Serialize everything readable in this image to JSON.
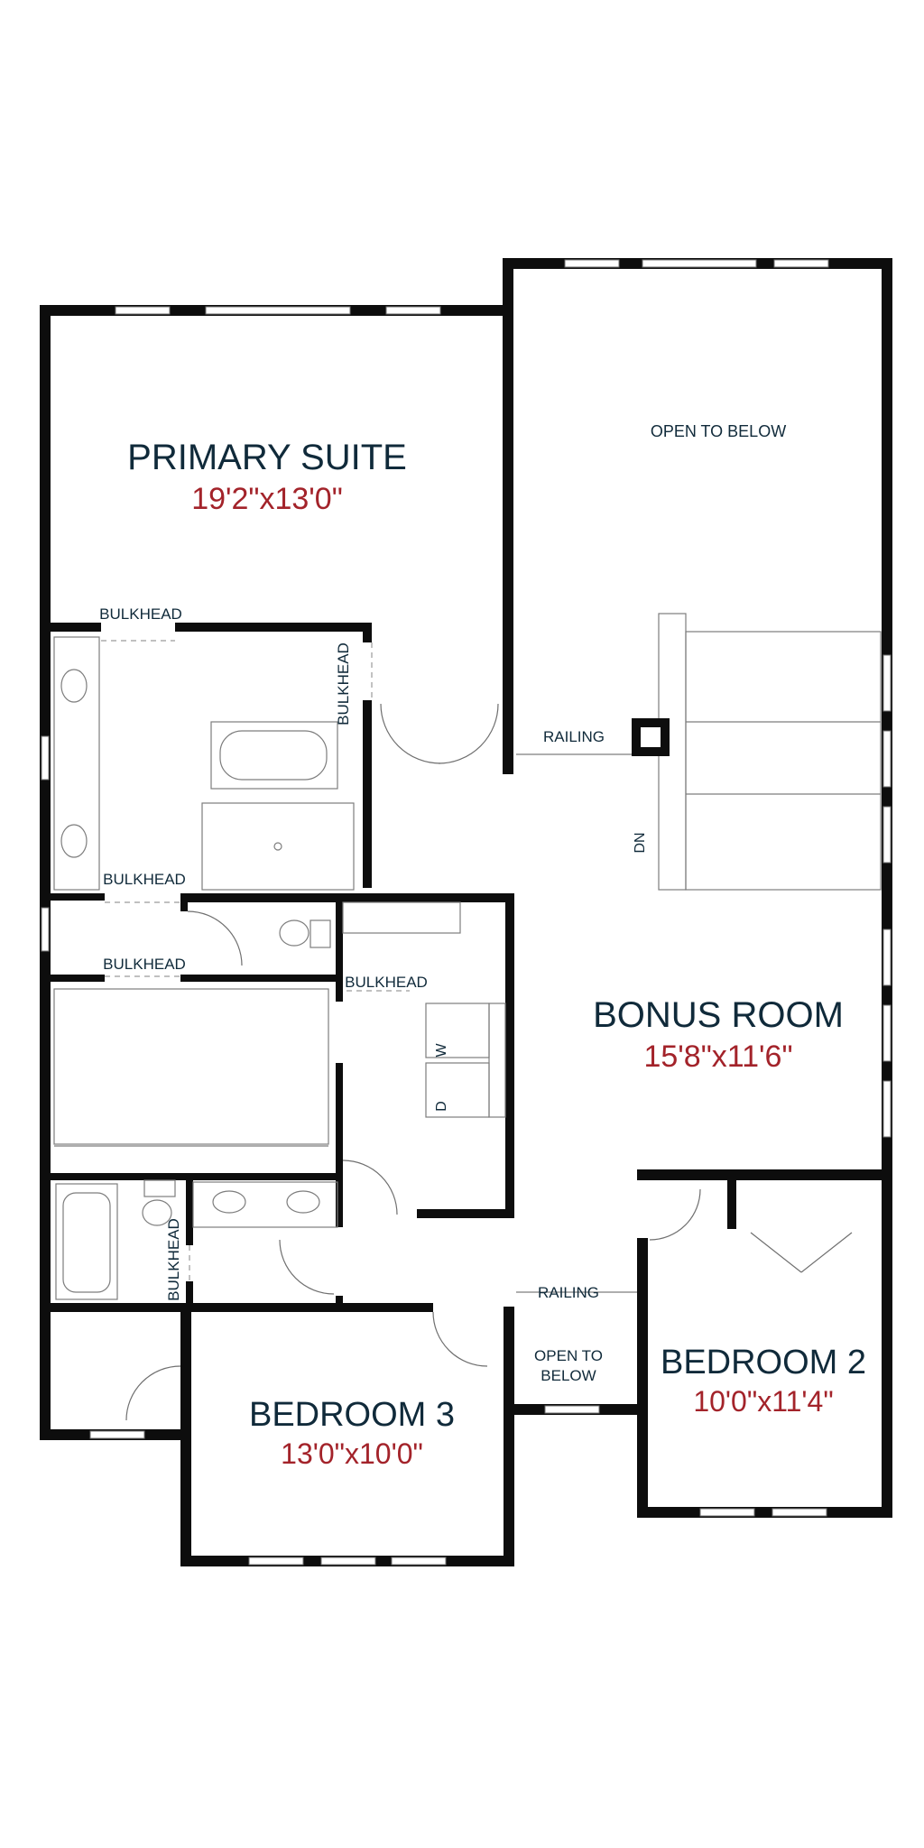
{
  "rooms": {
    "primary_suite": {
      "name": "PRIMARY SUITE",
      "dims": "19'2\"x13'0\""
    },
    "bonus_room": {
      "name": "BONUS ROOM",
      "dims": "15'8\"x11'6\""
    },
    "bedroom_2": {
      "name": "BEDROOM 2",
      "dims": "10'0\"x11'4\""
    },
    "bedroom_3": {
      "name": "BEDROOM 3",
      "dims": "13'0\"x10'0\""
    }
  },
  "labels": {
    "open_to_below_top": "OPEN TO BELOW",
    "open_to_below_small_1": "OPEN TO",
    "open_to_below_small_2": "BELOW",
    "railing_1": "RAILING",
    "railing_2": "RAILING",
    "bulkhead_1": "BULKHEAD",
    "bulkhead_2": "BULKHEAD",
    "bulkhead_3": "BULKHEAD",
    "bulkhead_4": "BULKHEAD",
    "bulkhead_vertical_1": "BULKHEAD",
    "bulkhead_vertical_2": "BULKHEAD",
    "stairs_dn": "DN",
    "washer": "W",
    "dryer": "D"
  }
}
